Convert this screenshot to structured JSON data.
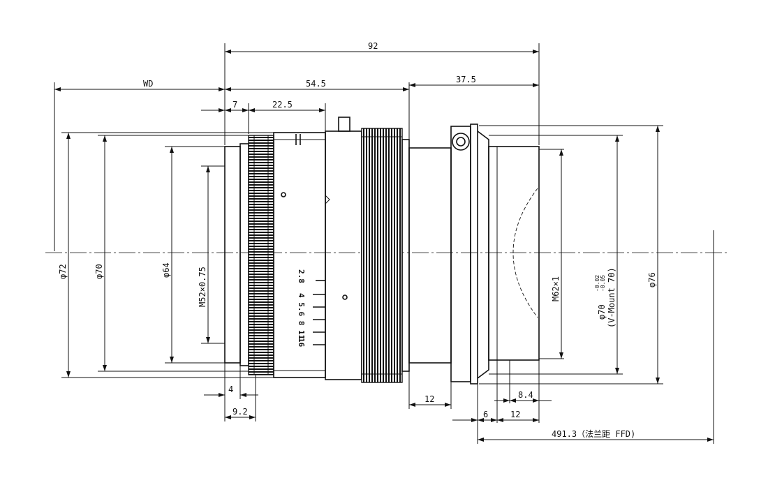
{
  "dimensions": {
    "total_length": "92",
    "working_distance": "WD",
    "front_length": "54.5",
    "rear_length": "37.5",
    "front_ring": "7",
    "focus_ring": "22.5",
    "front_step": "4",
    "front_step2": "9.2",
    "mount_flange": "12",
    "rear_step": "8.4",
    "rear_offset": "6",
    "rear_width": "12",
    "ffd": "491.3（法兰距 FFD)"
  },
  "diameters": {
    "d72": "φ72",
    "d70": "φ70",
    "d64": "φ64",
    "thread_front": "M52×0.75",
    "thread_rear": "M62×1",
    "mount": "φ70",
    "mount_tol_upper": "-0.02",
    "mount_tol_lower": "-0.05",
    "mount_type": "(V-Mount 70)",
    "d76": "φ76"
  },
  "scale_marks": {
    "aperture_row1": "2.8",
    "aperture_row2": "4 5.6 8 11",
    "aperture_row3": "16"
  }
}
